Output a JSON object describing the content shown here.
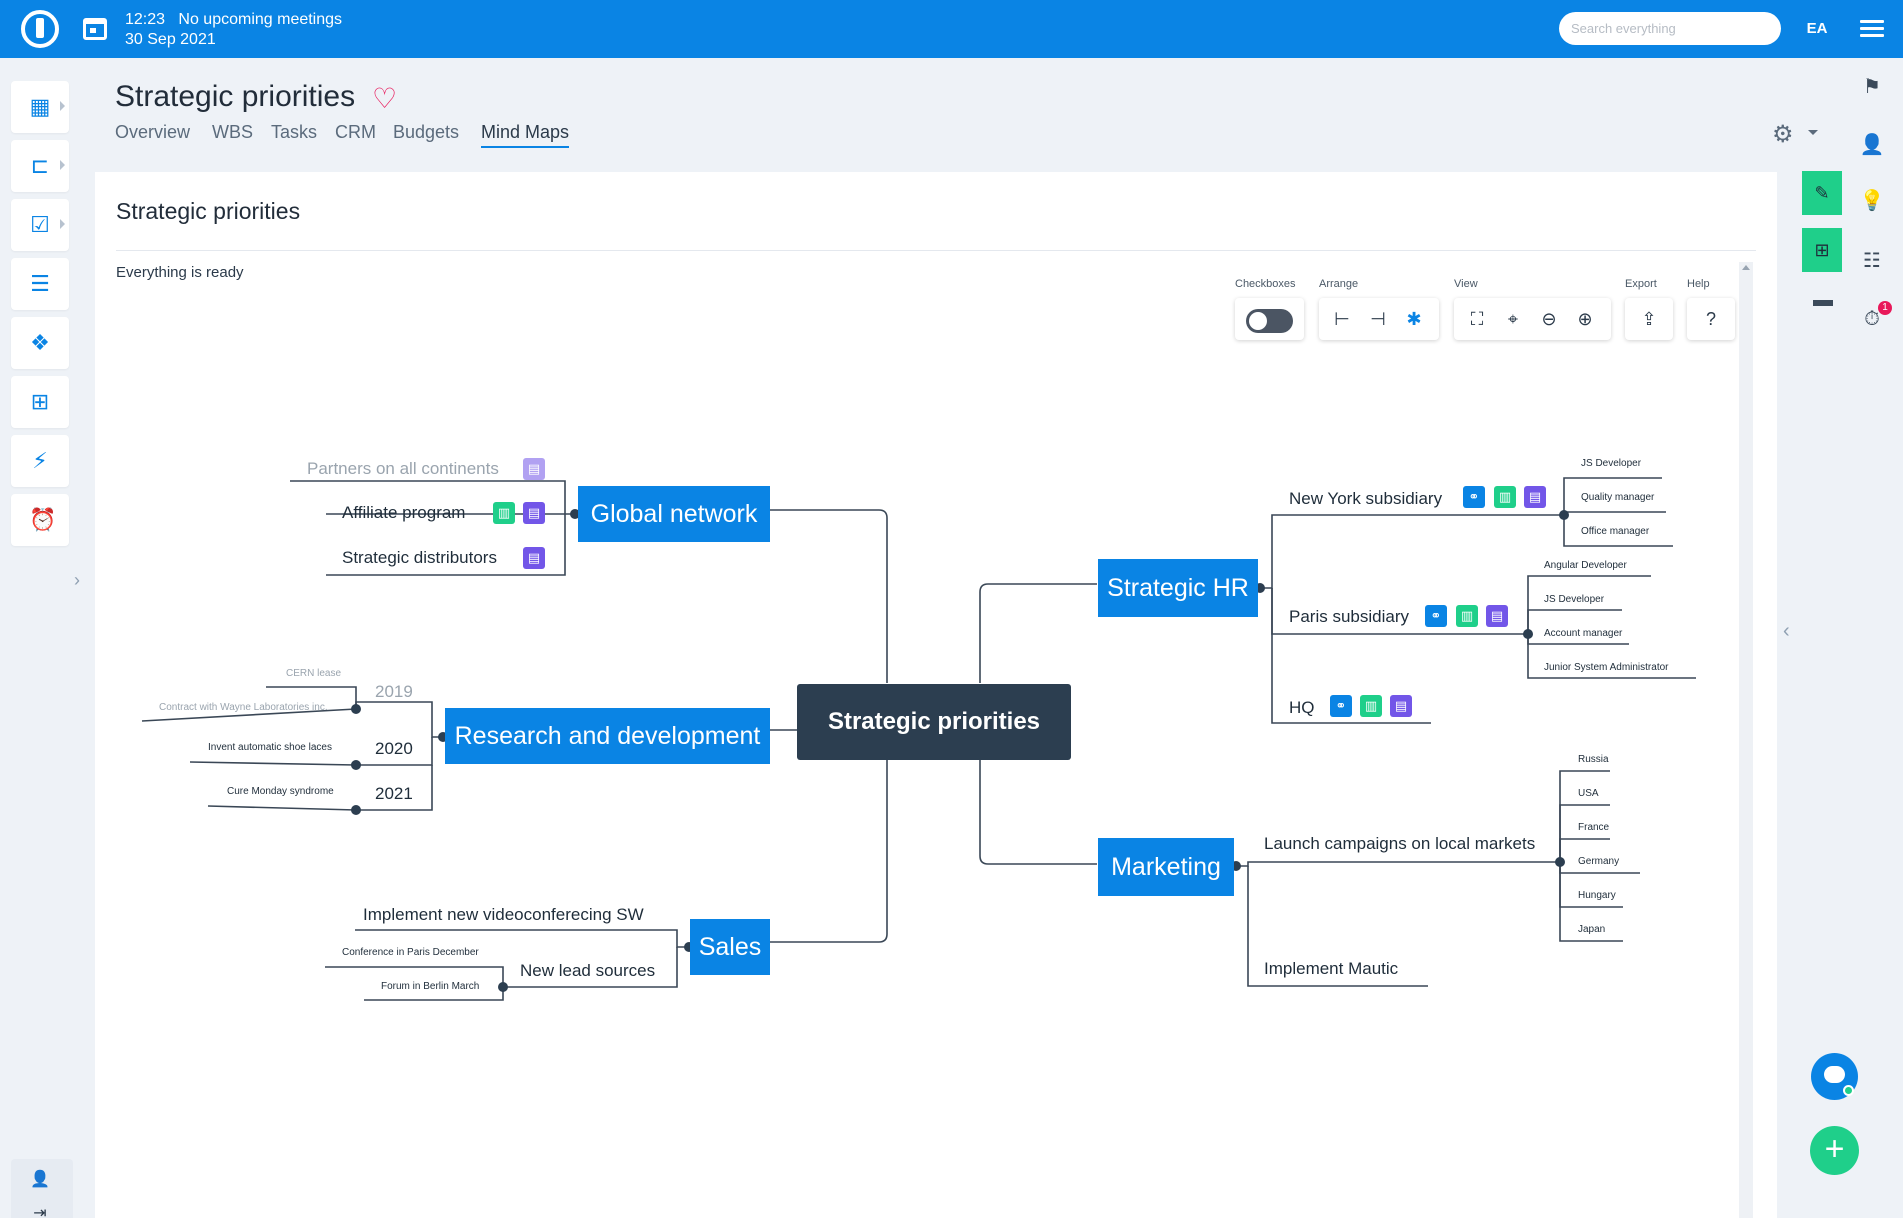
{
  "topbar": {
    "time": "12:23",
    "meetings": "No upcoming meetings",
    "date": "30 Sep 2021",
    "search_placeholder": "Search everything",
    "user_initials": "EA"
  },
  "header": {
    "title": "Strategic priorities",
    "tabs": [
      {
        "label": "Overview"
      },
      {
        "label": "WBS"
      },
      {
        "label": "Tasks"
      },
      {
        "label": "CRM"
      },
      {
        "label": "Budgets"
      },
      {
        "label": "Mind Maps",
        "active": true
      }
    ]
  },
  "card": {
    "title": "Strategic priorities",
    "status": "Everything is ready"
  },
  "toolbar": {
    "checkboxes_label": "Checkboxes",
    "checkboxes_on": false,
    "arrange_label": "Arrange",
    "view_label": "View",
    "export_label": "Export",
    "help_label": "Help"
  },
  "mindmap": {
    "root": "Strategic priorities",
    "global_network": {
      "label": "Global network",
      "children": [
        "Partners on all continents",
        "Affiliate program",
        "Strategic distributors"
      ]
    },
    "research": {
      "label": "Research and development",
      "years": [
        "2019",
        "2020",
        "2021"
      ],
      "y2019": [
        "CERN lease",
        "Contract with Wayne Laboratories inc."
      ],
      "y2020": [
        "Invent automatic shoe laces"
      ],
      "y2021": [
        "Cure Monday syndrome"
      ]
    },
    "sales": {
      "label": "Sales",
      "children": [
        "Implement new videoconferecing SW",
        "New lead sources"
      ],
      "lead_sources": [
        "Conference in Paris December",
        "Forum in Berlin March"
      ]
    },
    "hr": {
      "label": "Strategic HR",
      "children": [
        "New York subsidiary",
        "Paris subsidiary",
        "HQ"
      ],
      "new_york": [
        "JS Developer",
        "Quality manager",
        "Office manager"
      ],
      "paris": [
        "Angular Developer",
        "JS Developer",
        "Account manager",
        "Junior System Administrator"
      ]
    },
    "marketing": {
      "label": "Marketing",
      "children": [
        "Launch campaigns on local markets",
        "Implement Mautic"
      ],
      "markets": [
        "Russia",
        "USA",
        "France",
        "Germany",
        "Hungary",
        "Japan"
      ]
    }
  },
  "colors": {
    "brand": "#0a84e4",
    "root_node": "#2c3e50",
    "link_chip": "#0a84e4",
    "doc_chip": "#1fcf8a",
    "note_chip": "#7256e8",
    "favorite": "#e8185a",
    "accent_green": "#1fcf8a"
  },
  "notifications": {
    "timer_badge": "1"
  }
}
